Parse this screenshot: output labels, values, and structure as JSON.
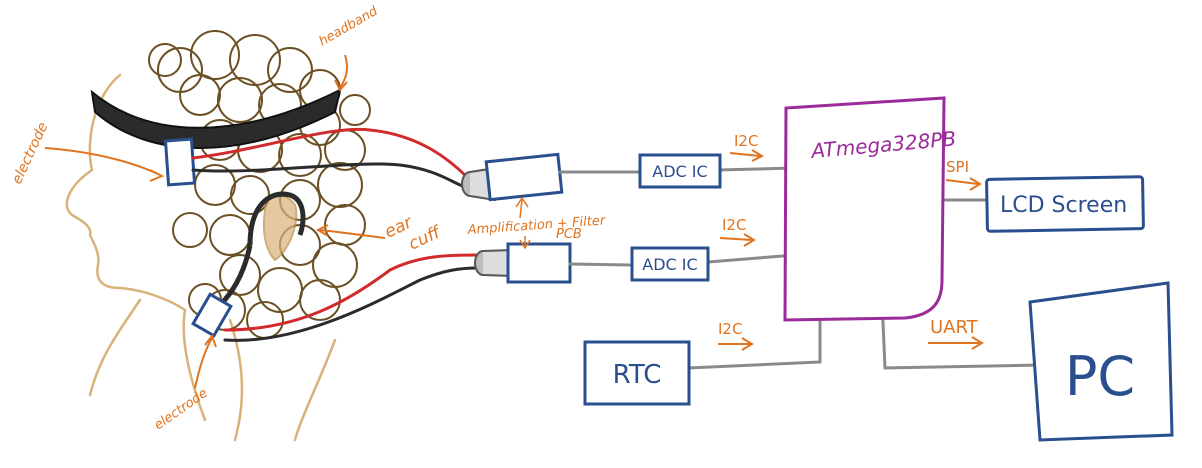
{
  "colors": {
    "annotation": "#e0741f",
    "block_outline": "#2a4f8f",
    "mcu": "#9b2a9a",
    "wire_gray": "#8a8a8a",
    "wire_red": "#d22b2b",
    "wire_black": "#2b2b2b",
    "hair": "#6b5024",
    "skin": "#d9b27a"
  },
  "labels": {
    "headband": "headband",
    "electrode_top": "electrode",
    "electrode_bottom": "electrode",
    "ear_cuff_1": "ear",
    "ear_cuff_2": "cuff",
    "amp_filter_1": "Amplification + Filter",
    "amp_filter_2": "PCB"
  },
  "blocks": {
    "adc_top": "ADC IC",
    "adc_bottom": "ADC IC",
    "mcu": "ATmega328PB",
    "lcd": "LCD Screen",
    "rtc": "RTC",
    "pc": "PC"
  },
  "buses": {
    "i2c_top": "I2C",
    "i2c_bottom": "I2C",
    "i2c_rtc": "I2C",
    "spi": "SPI",
    "uart": "UART"
  }
}
